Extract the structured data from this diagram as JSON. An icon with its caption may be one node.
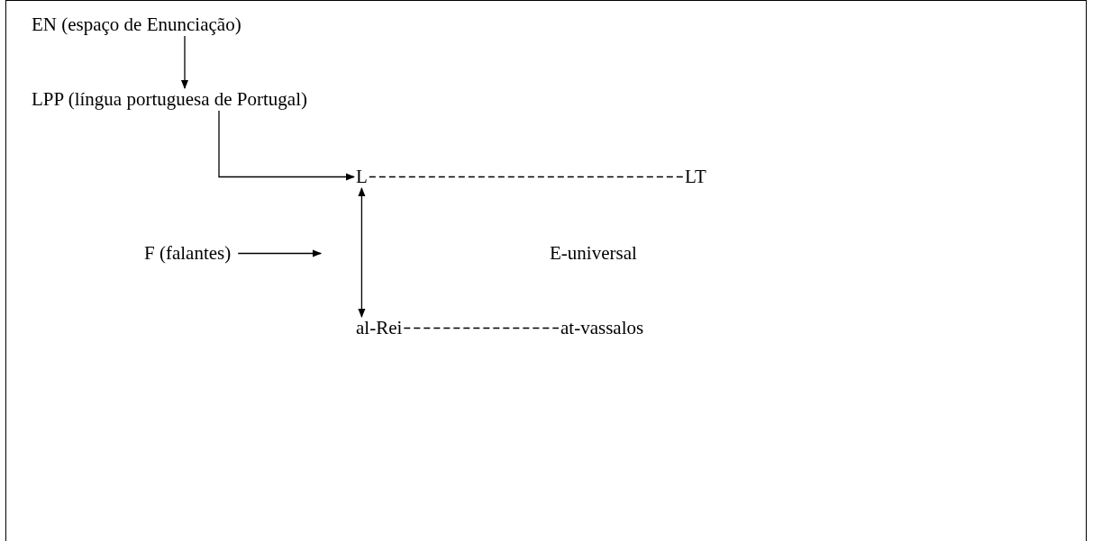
{
  "diagram": {
    "nodes": [
      {
        "text": [
          "EN (espaço de Enunciação)"
        ]
      },
      {
        "text": [
          "LPP (língua portuguesa de Portugal)"
        ]
      },
      {
        "text": [
          "L"
        ]
      },
      {
        "text": [
          "LT"
        ]
      },
      {
        "text": [
          "F (falantes)"
        ]
      },
      {
        "text": [
          "E-universal"
        ]
      },
      {
        "text": [
          "al-Rei"
        ]
      },
      {
        "text": [
          "at-vassalos"
        ]
      }
    ],
    "edges": [
      {
        "from": 0,
        "to": 1,
        "arrow": "to"
      },
      {
        "from": 1,
        "to": 2,
        "arrow": "to"
      },
      {
        "from": 2,
        "to": 3,
        "arrow": "none",
        "style": "dashed"
      },
      {
        "from": 4,
        "to": null,
        "arrow": "to"
      },
      {
        "from": 2,
        "to": 6,
        "arrow": "both"
      },
      {
        "from": 6,
        "to": 7,
        "arrow": "none",
        "style": "dashed"
      }
    ]
  }
}
